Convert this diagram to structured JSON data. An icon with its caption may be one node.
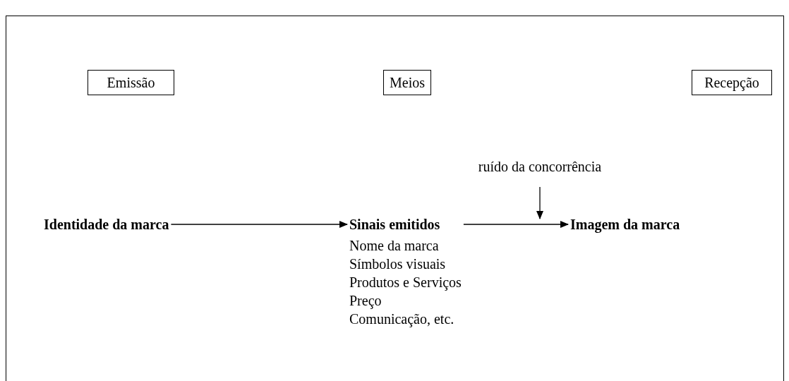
{
  "diagram": {
    "nodes": [
      {
        "text": [
          "Emissão"
        ]
      },
      {
        "text": [
          "Meios"
        ]
      },
      {
        "text": [
          "Recepção"
        ]
      },
      {
        "text": [
          "ruído da concorrência"
        ]
      },
      {
        "text": [
          "Identidade da marca"
        ]
      },
      {
        "text": [
          "Sinais emitidos",
          "Nome da marca",
          "Símbolos visuais",
          "Produtos e Serviços",
          "Preço",
          "Comunicação, etc."
        ]
      },
      {
        "text": [
          "Imagem da marca"
        ]
      }
    ],
    "edges": [
      {
        "from": 4,
        "to": 5,
        "arrow": "to"
      },
      {
        "from": 5,
        "to": 6,
        "arrow": "to"
      },
      {
        "from": 3,
        "to": null,
        "arrow": "to"
      }
    ]
  }
}
